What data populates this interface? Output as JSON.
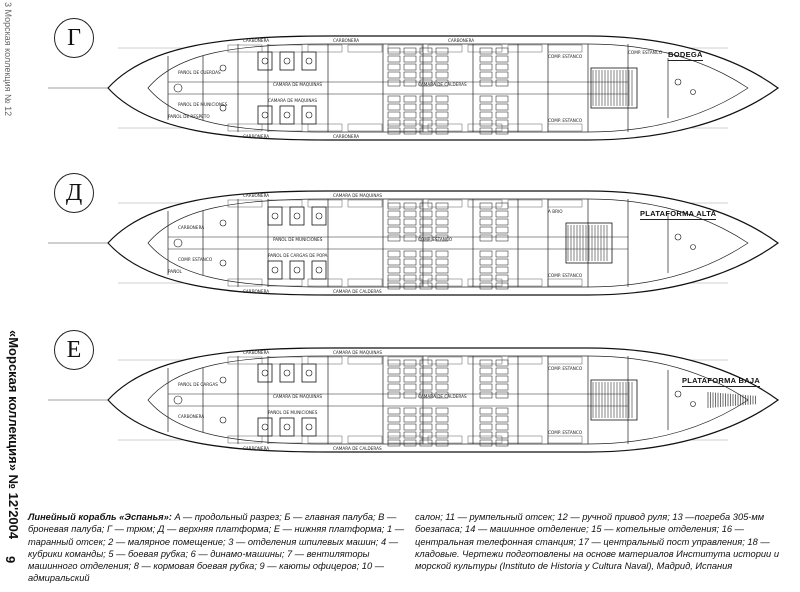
{
  "header": {
    "side_note": "3 Морская коллекция № 12",
    "side_title": "«Морская коллекция» № 12'2004",
    "page_number": "9"
  },
  "decks": [
    {
      "letter": "Г",
      "label": "BODEGA",
      "rooms": [
        "CARBONERA",
        "CARBONERA",
        "CARBONERA",
        "CARBONERA",
        "CAMARA DE MAQUINAS",
        "CAMARA DE CALDERAS",
        "CAMARA DE MAQUINAS",
        "COMP. ESTANCO",
        "COMP. ESTANCO",
        "PAÑOL DE CUERDAS",
        "PAÑOL DE MUNICIONES",
        "PAÑOL DE RESPETO",
        "COMP. ESTANCO",
        "CARBONERA"
      ]
    },
    {
      "letter": "Д",
      "label": "PLATAFORMA ALTA",
      "rooms": [
        "CARBONERA",
        "CARBONERA",
        "CAMARA DE MAQUINAS",
        "CAMARA DE CALDERAS",
        "PAÑOL DE MUNICIONES",
        "COMP. ESTANCO",
        "PAÑOL DE CARGAS DE POPA",
        "A BRIO",
        "COMP. ESTANCO",
        "CARBONERA",
        "COMP. ESTANCO",
        "PAÑOL"
      ]
    },
    {
      "letter": "Е",
      "label": "PLATAFORMA BAJA",
      "rooms": [
        "CARBONERA",
        "CARBONERA",
        "CAMARA DE MAQUINAS",
        "CAMARA DE CALDERAS",
        "CAMARA DE MAQUINAS",
        "CAMARA DE CALDERAS",
        "PAÑOL DE MUNICIONES",
        "COMP. ESTANCO",
        "COMP. ESTANCO",
        "PAÑOL DE CARGAS",
        "CARBONERA"
      ]
    }
  ],
  "caption": {
    "title": "Линейный корабль «Эспанья»:",
    "left": " A — продольный разрез; Б — главная палуба; В — броневая палуба; Г — трюм; Д — верхняя платформа; Е — нижняя платформа; 1 — таранный отсек; 2 — малярное помещение; 3 — отделения шпилевых машин; 4 — кубрики команды; 5 — боевая рубка; 6 — динамо-машины; 7 — вентиляторы машинного отделения; 8 — кормовая боевая рубка; 9 — каюты офицеров; 10 — адмиральский",
    "right": "салон; 11 — румпельный отсек; 12 — ручной привод руля; 13 —погреба 305-мм боезапаса; 14 — машинное отделение; 15 — котельные отделения; 16 — центральная телефонная станция; 17 — центральный пост управления; 18 — кладовые. Чертежи подготовлены на основе материалов Института истории и морской культуры (Instituto de Historia y Cultura Naval), Мадрид, Испания"
  }
}
